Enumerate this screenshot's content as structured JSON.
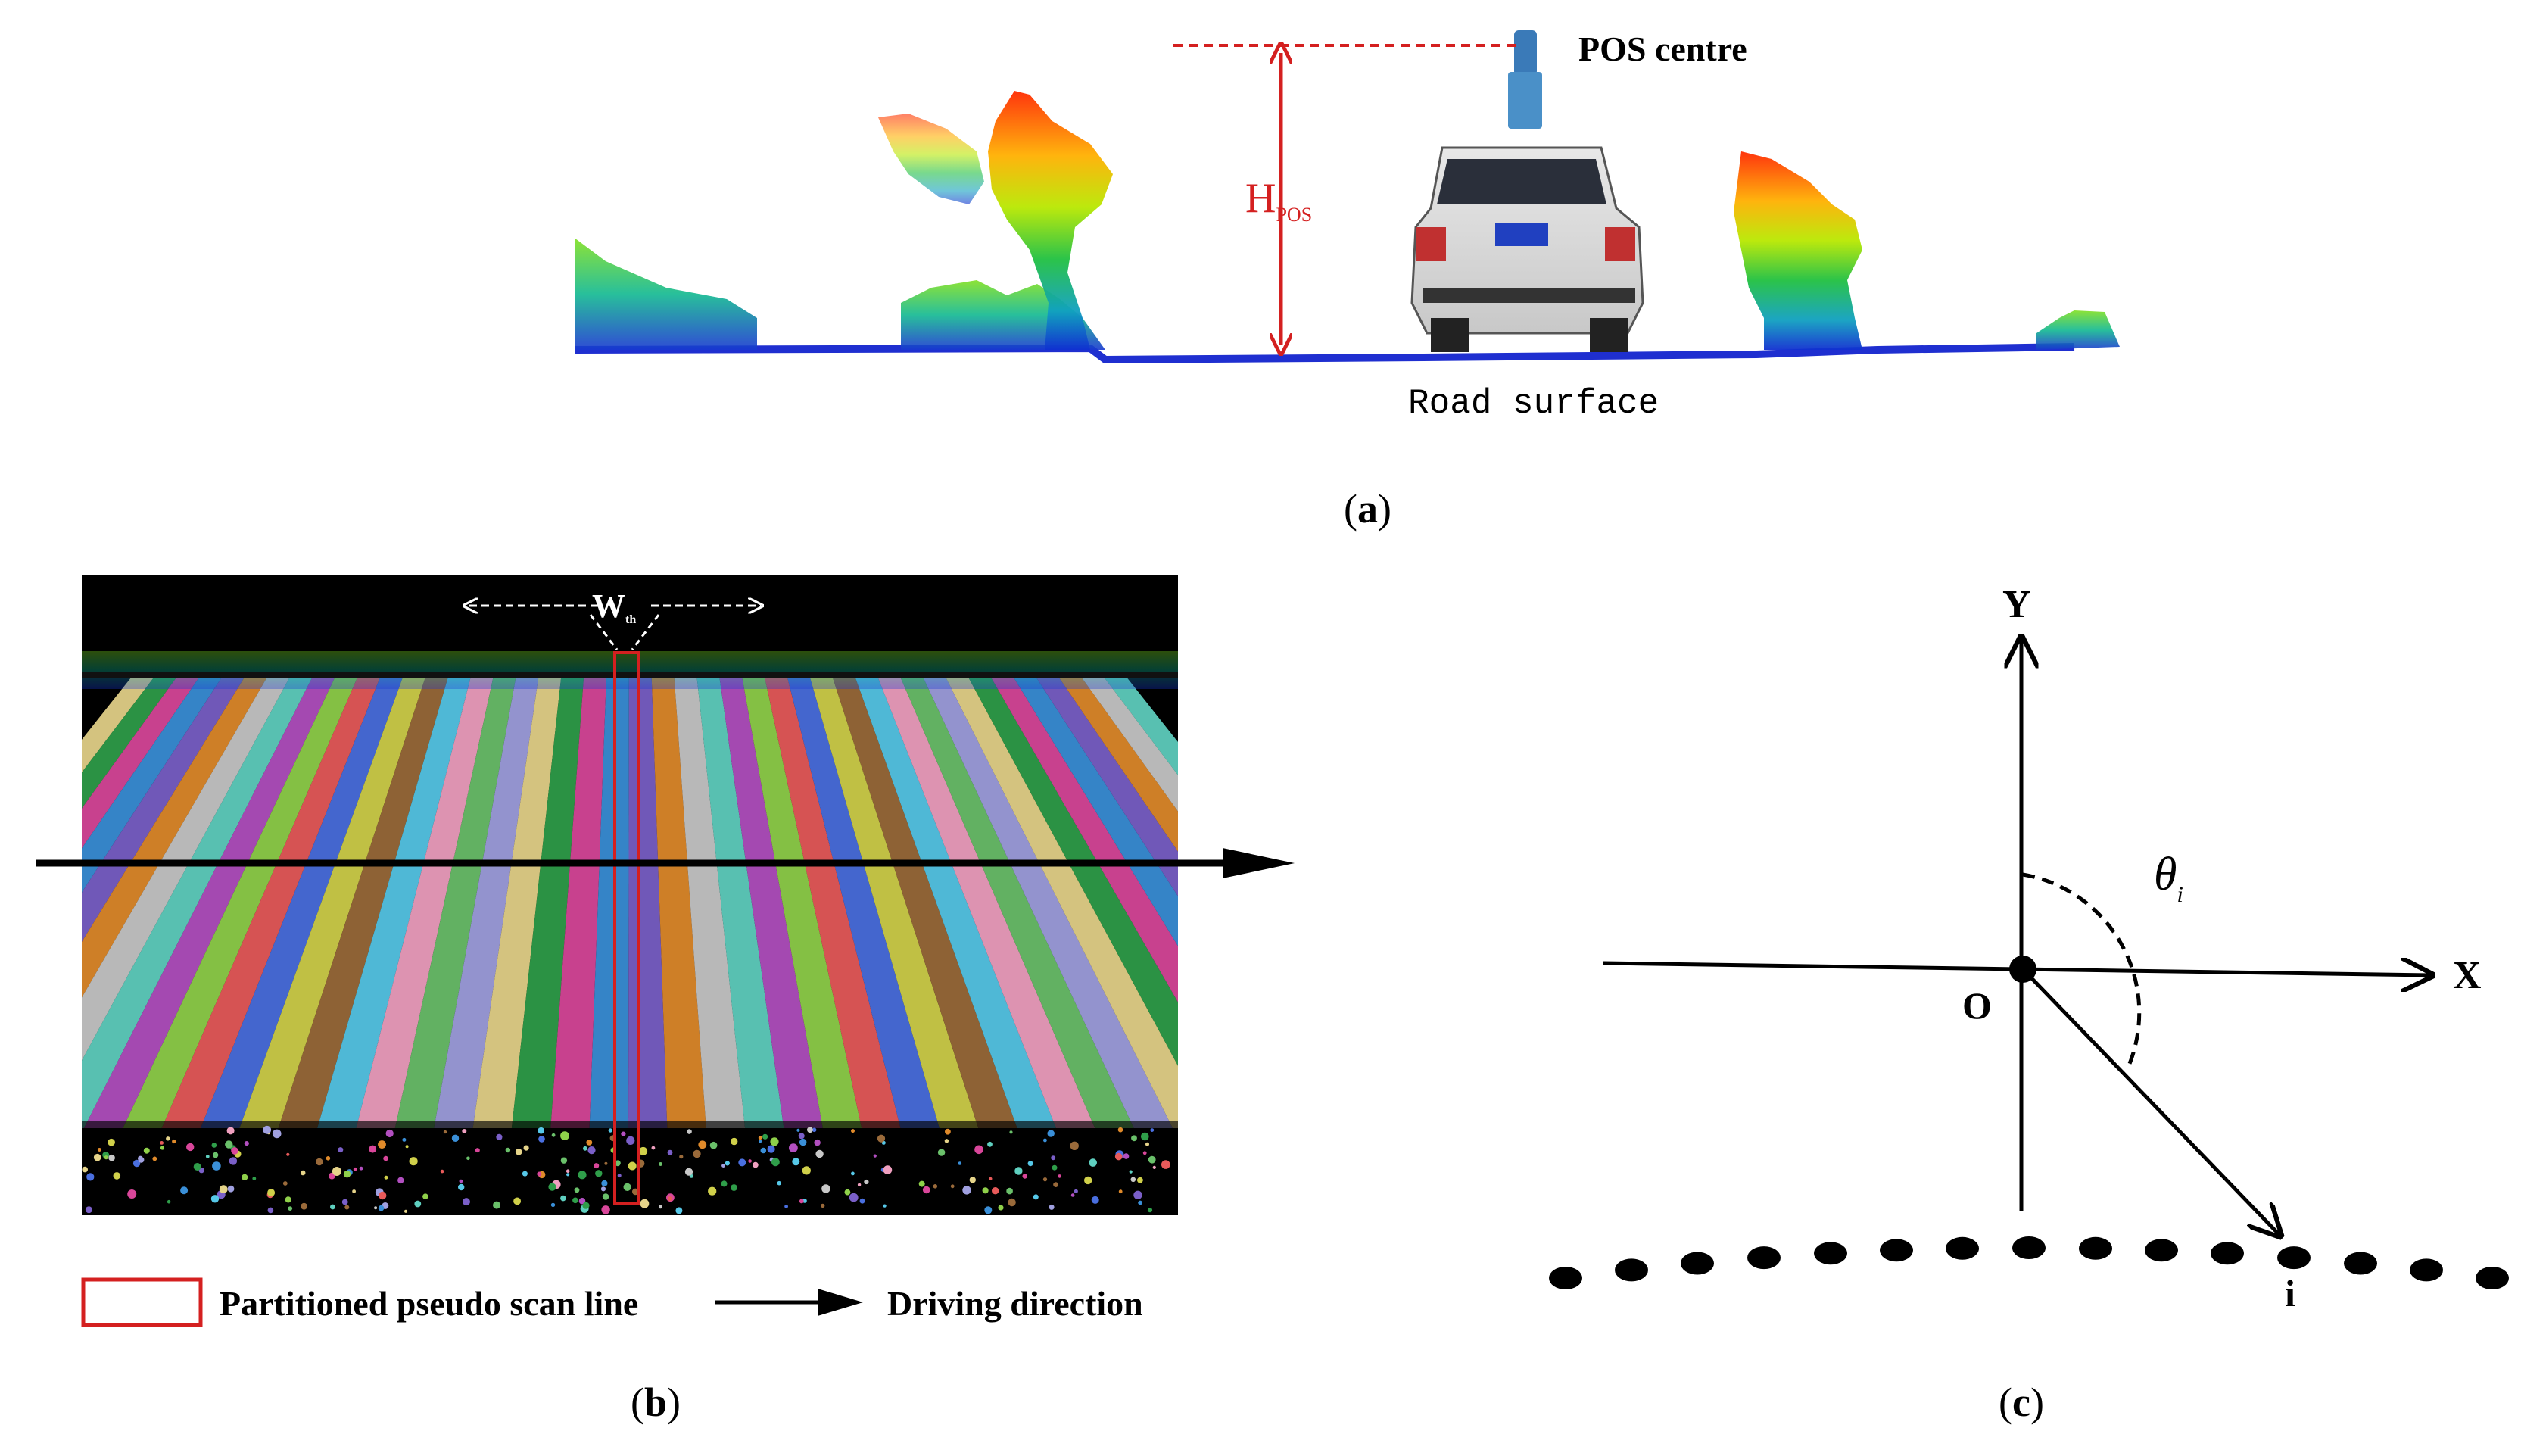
{
  "panel_a": {
    "pos_label": "POS centre",
    "height_label_main": "H",
    "height_label_sub": "POS",
    "road_label": "Road surface",
    "caption_open": "(",
    "caption_letter": "a",
    "caption_close": ")"
  },
  "panel_b": {
    "width_label_main": "W",
    "width_label_sub": "th",
    "legend_scanline": "Partitioned pseudo scan line",
    "legend_driving": "Driving direction",
    "caption_open": "(",
    "caption_letter": "b",
    "caption_close": ")"
  },
  "panel_c": {
    "y_axis": "Y",
    "x_axis": "X",
    "origin": "O",
    "theta_main": "θ",
    "theta_sub": "i",
    "point_label": "i",
    "caption_open": "(",
    "caption_letter": "c",
    "caption_close": ")"
  },
  "colors": {
    "red": "#d42020",
    "black": "#000000",
    "road_blue": "#1f2fd0"
  },
  "stripe_palette": [
    "#e6d48a",
    "#2f9e4a",
    "#d9469a",
    "#3a8fd8",
    "#7a5fc8",
    "#e08a2a",
    "#c8c8c8",
    "#5fd0c0",
    "#b24fc0",
    "#8fd04a",
    "#e85a5a",
    "#4a6fe0",
    "#d0d04a",
    "#9a6a3a",
    "#56c8e8",
    "#f0a0c0",
    "#6ac06a",
    "#a0a0e0"
  ]
}
